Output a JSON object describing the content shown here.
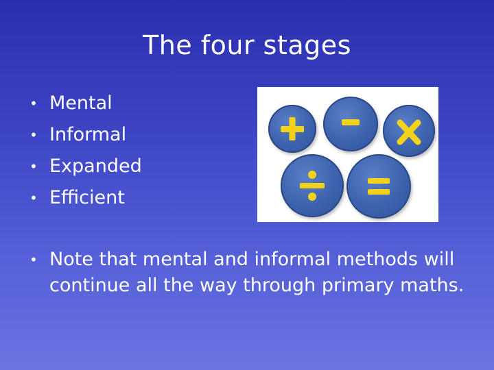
{
  "slide": {
    "title": "The four stages",
    "bullets": [
      "Mental",
      "Informal",
      "Expanded",
      "Efficient"
    ],
    "bullet_glyph": "•",
    "note": "Note that mental and informal methods will continue all the way through primary maths."
  },
  "image": {
    "description_icons": [
      "plus-icon",
      "minus-icon",
      "multiply-icon",
      "divide-icon",
      "equals-icon"
    ],
    "circle_color": "#3d62ad",
    "symbol_color": "#f2d21a"
  }
}
